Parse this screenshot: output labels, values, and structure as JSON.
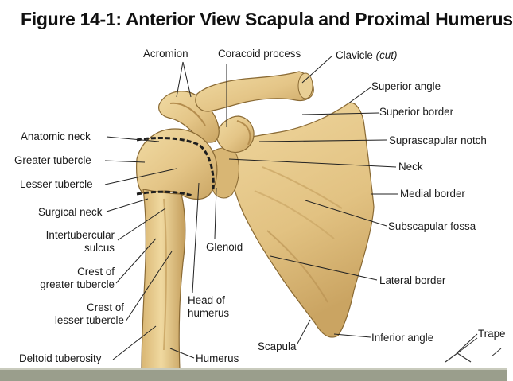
{
  "title": "Figure 14-1: Anterior View Scapula and Proximal Humerus",
  "colors": {
    "bone_fill": "#e8cc8e",
    "bone_shadow": "#c9a65e",
    "bone_outline": "#7a5a28",
    "leader_line": "#222222",
    "footer_bar": "#9a9e8c"
  },
  "labels": {
    "acromion": "Acromion",
    "coracoid_process": "Coracoid process",
    "clavicle": "Clavicle",
    "clavicle_note": "(cut)",
    "superior_angle": "Superior angle",
    "superior_border": "Superior border",
    "anatomic_neck": "Anatomic neck",
    "suprascapular_notch": "Suprascapular notch",
    "greater_tubercle": "Greater tubercle",
    "neck": "Neck",
    "lesser_tubercle": "Lesser tubercle",
    "medial_border": "Medial border",
    "surgical_neck": "Surgical neck",
    "subscapular_fossa": "Subscapular fossa",
    "intertubercular_1": "Intertubercular",
    "intertubercular_2": "sulcus",
    "glenoid": "Glenoid",
    "crest_greater_1": "Crest of",
    "crest_greater_2": "greater tubercle",
    "lateral_border": "Lateral border",
    "crest_lesser_1": "Crest of",
    "crest_lesser_2": "lesser tubercle",
    "head_humerus_1": "Head of",
    "head_humerus_2": "humerus",
    "inferior_angle": "Inferior angle",
    "scapula": "Scapula",
    "deltoid_tuberosity": "Deltoid tuberosity",
    "humerus": "Humerus",
    "trapezius_partial": "Trape"
  }
}
